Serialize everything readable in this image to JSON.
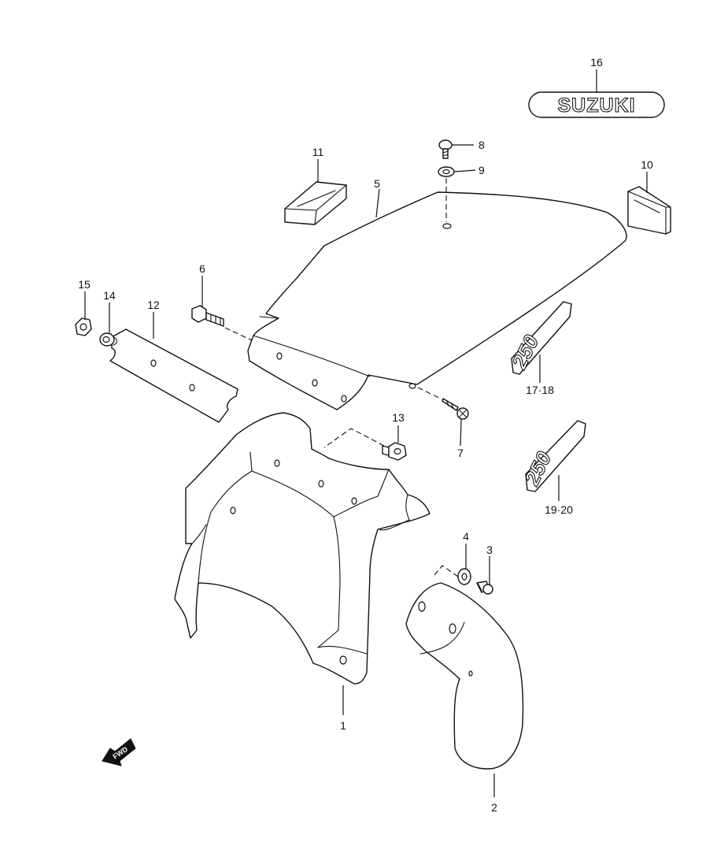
{
  "callouts": {
    "p1": "1",
    "p2": "2",
    "p3": "3",
    "p4": "4",
    "p5": "5",
    "p6": "6",
    "p7": "7",
    "p8": "8",
    "p9": "9",
    "p10": "10",
    "p11": "11",
    "p12": "12",
    "p13": "13",
    "p14": "14",
    "p15": "15",
    "p16": "16",
    "p17_18": "17·18",
    "p19_20": "19·20"
  },
  "emblems": {
    "brand_badge": "SUZUKI",
    "model_emblem_a": "250",
    "model_emblem_b": "250"
  },
  "direction_arrow": "FWD"
}
